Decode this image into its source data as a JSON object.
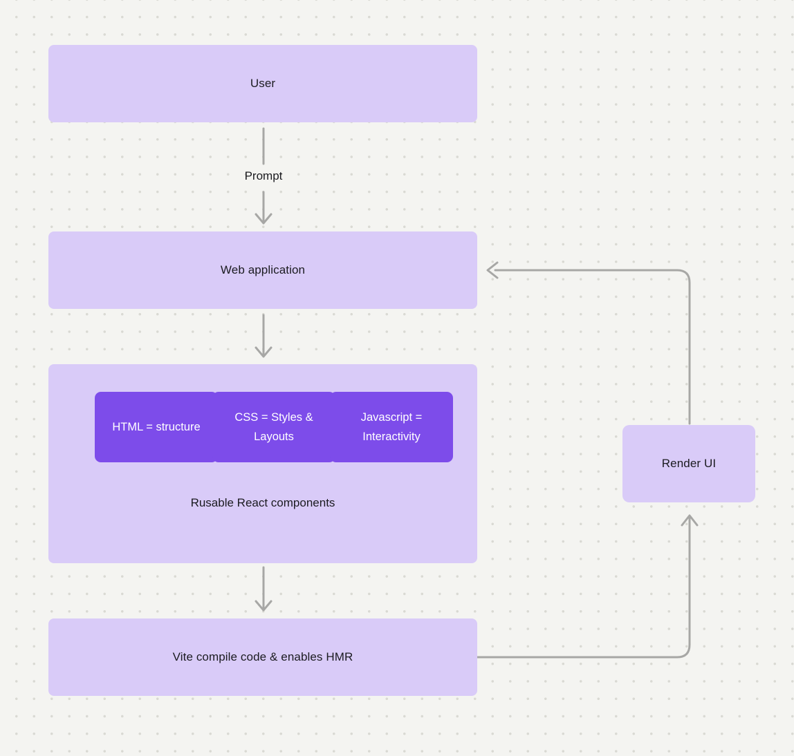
{
  "diagram": {
    "nodes": {
      "user": {
        "label": "User"
      },
      "web_app": {
        "label": "Web application"
      },
      "components": {
        "caption": "Rusable React components",
        "items": [
          {
            "label": "HTML = structure"
          },
          {
            "label": "CSS = Styles & Layouts"
          },
          {
            "label": "Javascript = Interactivity"
          }
        ]
      },
      "vite": {
        "label": "Vite compile code & enables HMR"
      },
      "render_ui": {
        "label": "Render UI"
      }
    },
    "edges": {
      "prompt_label": "Prompt",
      "flow": [
        "User -> Web application (Prompt)",
        "Web application -> Reusable components group",
        "Components group -> Vite compile code & enables HMR",
        "Vite compile code & enables HMR -> Render UI",
        "Render UI -> Web application"
      ]
    },
    "colors": {
      "background": "#f4f4f1",
      "dot_grid": "#d9d9d3",
      "node_fill": "#d9cbf8",
      "inner_node_fill": "#7d4cea",
      "inner_node_text": "#ffffff",
      "node_text": "#1b1b20",
      "connector": "#a7a7a5"
    }
  }
}
